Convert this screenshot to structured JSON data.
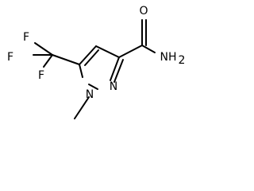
{
  "molecule": {
    "atoms": {
      "fluorine_top": "F",
      "fluorine_left": "F",
      "fluorine_bottom": "F",
      "oxygen": "O",
      "nitrogen_ring": "N",
      "nitrogen_n1": "N",
      "amide_nitrogen": "NH",
      "amide_subscript": "2"
    },
    "colors": {
      "ink": "#000000",
      "background": "#ffffff"
    }
  }
}
